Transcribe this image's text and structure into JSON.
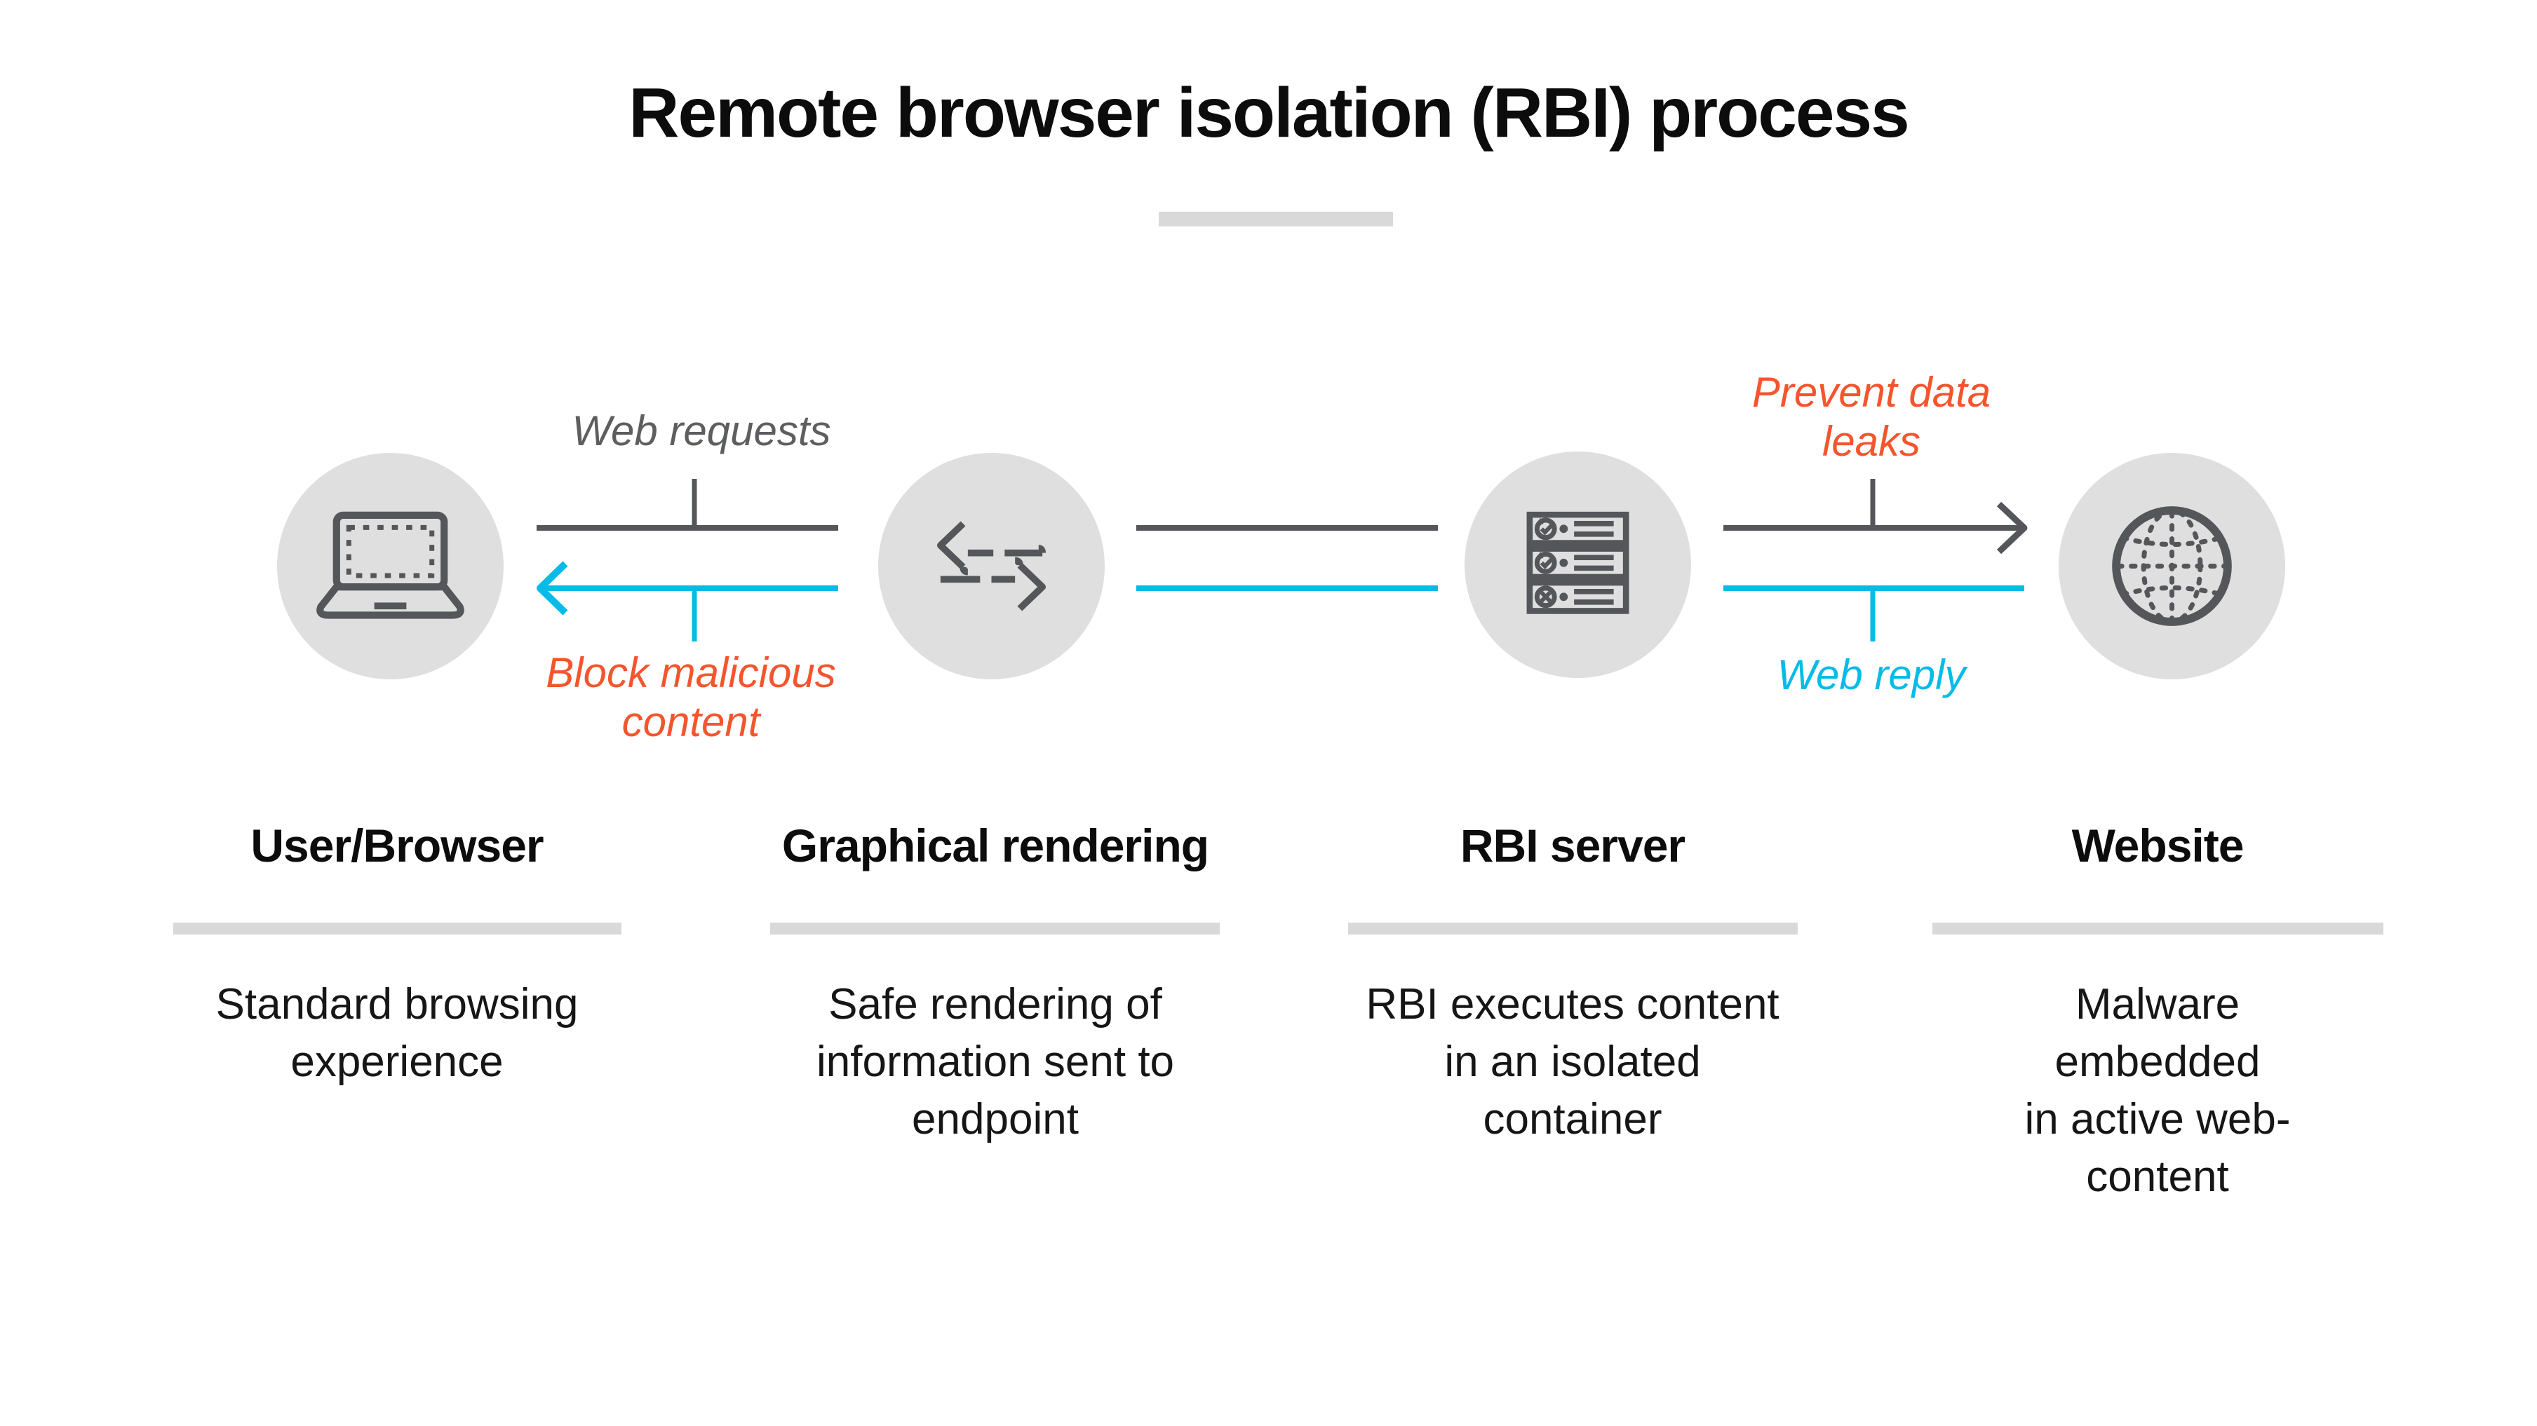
{
  "title": "Remote browser isolation (RBI) process",
  "colors": {
    "accent_cyan": "#06bbe7",
    "accent_orange": "#f4552d",
    "line_dark": "#55565a",
    "label_gray": "#5d5e60",
    "circle_fill": "#dfdfdf",
    "divider": "#d9d9d9"
  },
  "flow_labels": {
    "web_requests": "Web requests",
    "block_malicious": "Block malicious\ncontent",
    "prevent_leaks": "Prevent data\nleaks",
    "web_reply": "Web reply"
  },
  "columns": [
    {
      "id": "user-browser",
      "icon": "laptop-icon",
      "title": "User/Browser",
      "description": "Standard browsing\nexperience"
    },
    {
      "id": "graphical-rendering",
      "icon": "transfer-arrows-icon",
      "title": "Graphical rendering",
      "description": "Safe rendering of\ninformation sent to\nendpoint"
    },
    {
      "id": "rbi-server",
      "icon": "server-stack-icon",
      "title": "RBI server",
      "description": "RBI executes content\nin an isolated\ncontainer"
    },
    {
      "id": "website",
      "icon": "globe-icon",
      "title": "Website",
      "description": "Malware embedded\nin active web-content"
    }
  ]
}
